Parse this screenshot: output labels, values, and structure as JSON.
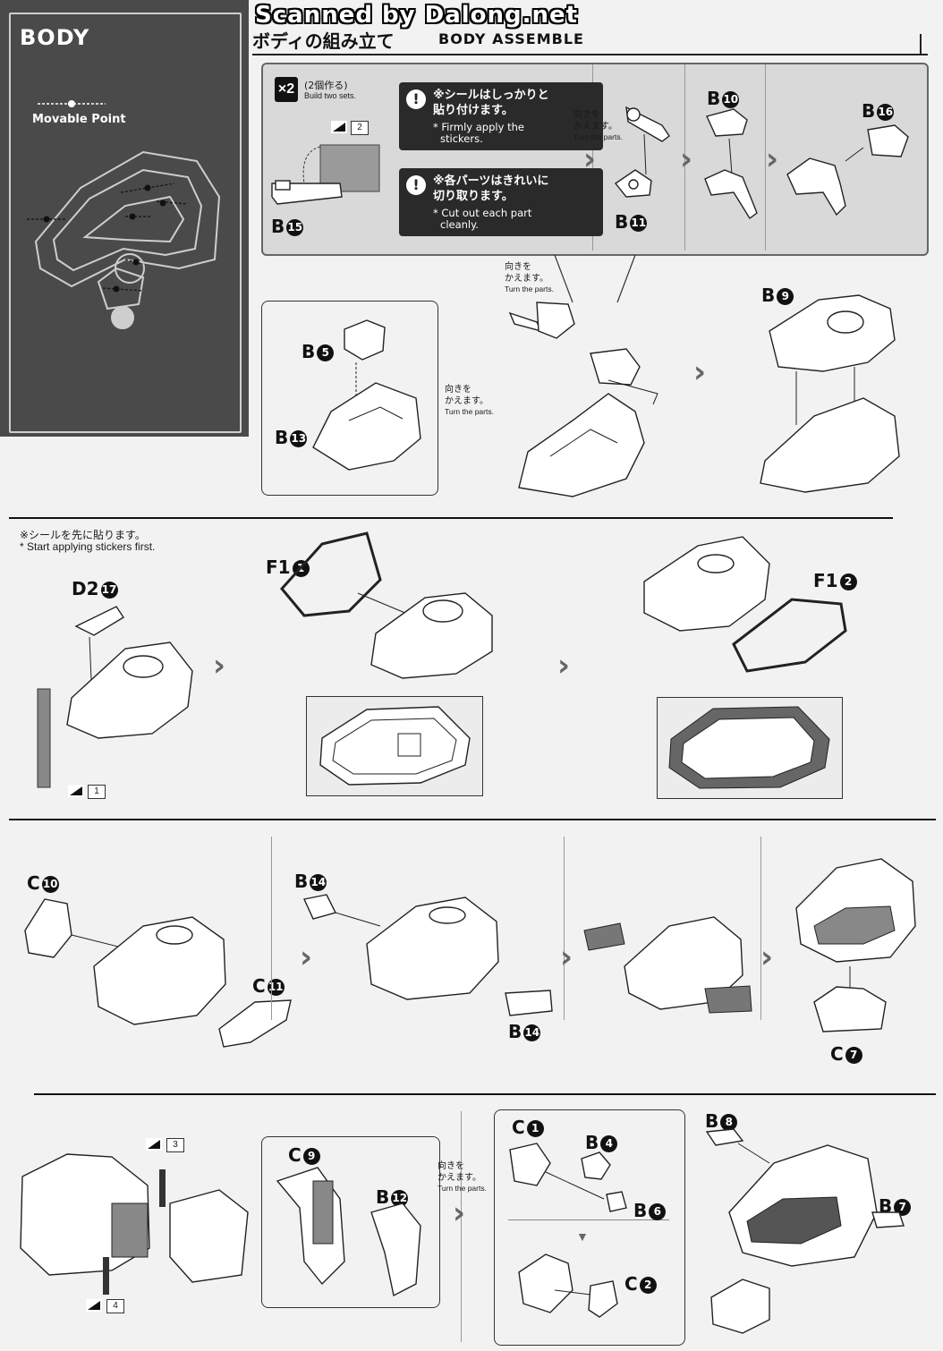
{
  "watermark": "Scanned by Dalong.net",
  "left_panel": {
    "title": "BODY",
    "movable_point": "Movable Point"
  },
  "header": {
    "title_jp": "ボディの組み立て",
    "title_en": "BODY ASSEMBLE"
  },
  "step1": {
    "multiplier": "×2",
    "build_jp": "(2個作る)",
    "build_en": "Build two sets.",
    "sticker_no": "2",
    "note1_jp_1": "※シールはしっかりと",
    "note1_jp_2": "貼り付けます。",
    "note1_en_1": "* Firmly apply the",
    "note1_en_2": "stickers.",
    "note2_jp_1": "※各パーツはきれいに",
    "note2_jp_2": "切り取ります。",
    "note2_en_1": "* Cut out each part",
    "note2_en_2": "cleanly.",
    "part_b15": {
      "letter": "B",
      "num": "15"
    },
    "turn_jp_1": "向きを",
    "turn_jp_2": "かえます。",
    "turn_en": "Turn the parts.",
    "part_b11": {
      "letter": "B",
      "num": "11"
    },
    "part_b10": {
      "letter": "B",
      "num": "10"
    },
    "part_b16": {
      "letter": "B",
      "num": "16"
    }
  },
  "step2": {
    "turn_jp_1": "向きを",
    "turn_jp_2": "かえます。",
    "turn_en": "Turn the parts.",
    "turn2_jp_1": "向きを",
    "turn2_jp_2": "かえます。",
    "turn2_en": "Turn the parts.",
    "part_b5": {
      "letter": "B",
      "num": "5"
    },
    "part_b13": {
      "letter": "B",
      "num": "13"
    },
    "part_b9": {
      "letter": "B",
      "num": "9"
    }
  },
  "step3": {
    "note_jp": "※シールを先に貼ります。",
    "note_en": "* Start applying stickers first.",
    "part_d2_17": {
      "letter": "D2",
      "num": "17"
    },
    "sticker_no": "1",
    "part_f1_1": {
      "letter": "F1",
      "num": "1"
    },
    "part_f1_2": {
      "letter": "F1",
      "num": "2"
    }
  },
  "step4": {
    "part_c10": {
      "letter": "C",
      "num": "10"
    },
    "part_c11": {
      "letter": "C",
      "num": "11"
    },
    "part_b14a": {
      "letter": "B",
      "num": "14"
    },
    "part_b14b": {
      "letter": "B",
      "num": "14"
    },
    "part_c7": {
      "letter": "C",
      "num": "7"
    }
  },
  "step5": {
    "sticker_3": "3",
    "sticker_4": "4",
    "part_c9": {
      "letter": "C",
      "num": "9"
    },
    "part_b12": {
      "letter": "B",
      "num": "12"
    },
    "turn_jp_1": "向きを",
    "turn_jp_2": "かえます。",
    "turn_en": "Turn the parts.",
    "part_c1": {
      "letter": "C",
      "num": "1"
    },
    "part_b4": {
      "letter": "B",
      "num": "4"
    },
    "part_b6": {
      "letter": "B",
      "num": "6"
    },
    "part_c2": {
      "letter": "C",
      "num": "2"
    },
    "part_b8": {
      "letter": "B",
      "num": "8"
    },
    "part_b7": {
      "letter": "B",
      "num": "7"
    }
  }
}
